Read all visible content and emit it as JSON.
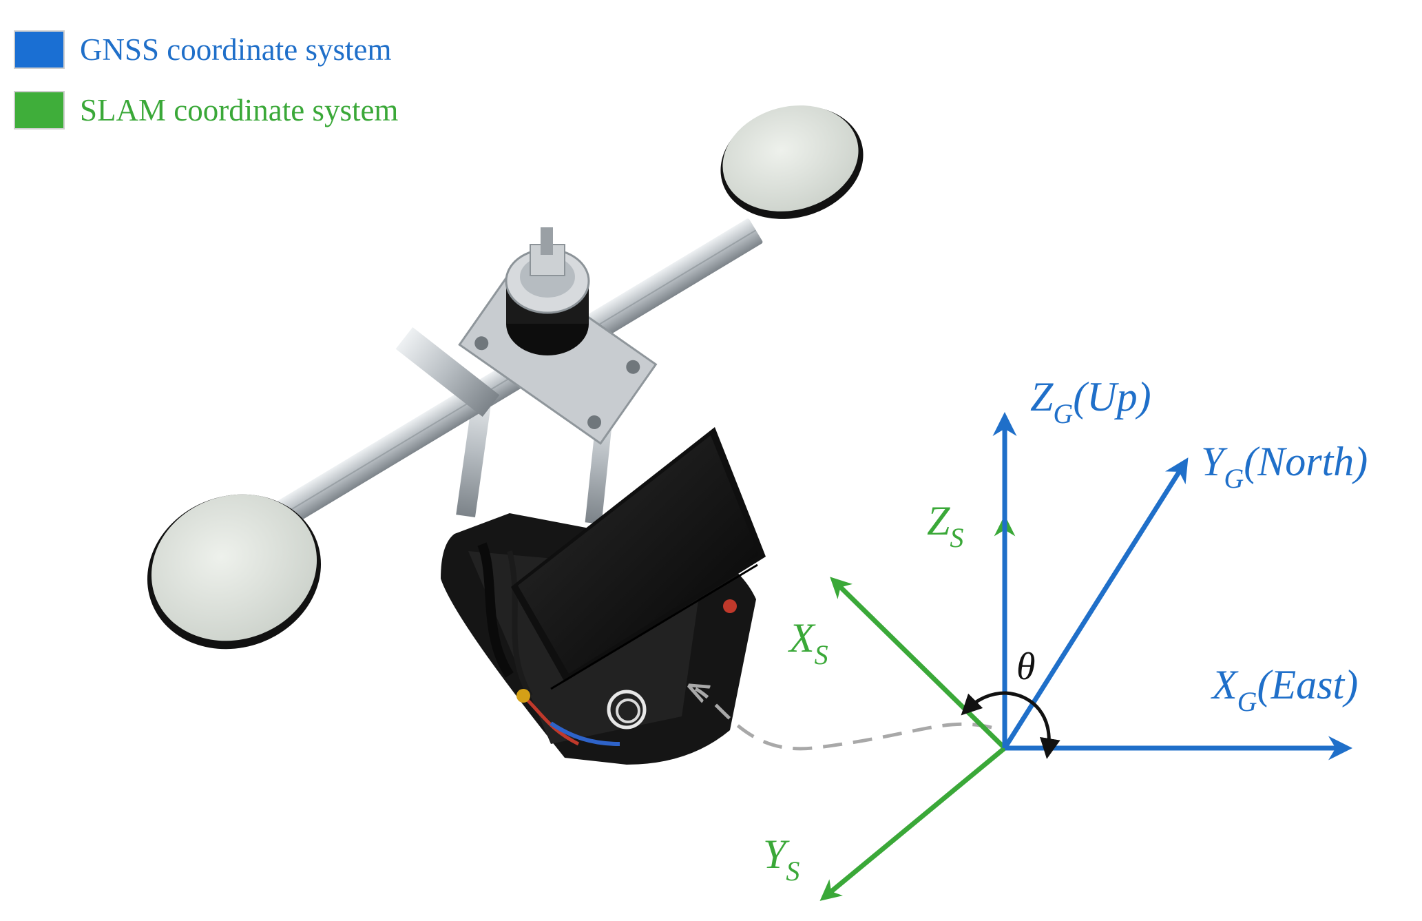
{
  "colors": {
    "gnss": "#1f6fc9",
    "slam": "#3aa838",
    "gnss_swatch": "#1a6fd3",
    "slam_swatch": "#3fae3a",
    "angle": "#111111",
    "path": "#a8a8a8"
  },
  "legend": [
    {
      "label": "GNSS coordinate system"
    },
    {
      "label": "SLAM coordinate system"
    }
  ],
  "axes": {
    "z_g": {
      "main": "Z",
      "sub": "G",
      "suffix": "(Up)"
    },
    "y_g": {
      "main": "Y",
      "sub": "G",
      "suffix": "(North)"
    },
    "x_g": {
      "main": "X",
      "sub": "G",
      "suffix": "(East)"
    },
    "z_s": {
      "main": "Z",
      "sub": "S"
    },
    "x_s": {
      "main": "X",
      "sub": "S"
    },
    "y_s": {
      "main": "Y",
      "sub": "S"
    }
  },
  "angle_symbol": "θ",
  "device_icon": "robot-with-dual-gnss-antennas-icon"
}
